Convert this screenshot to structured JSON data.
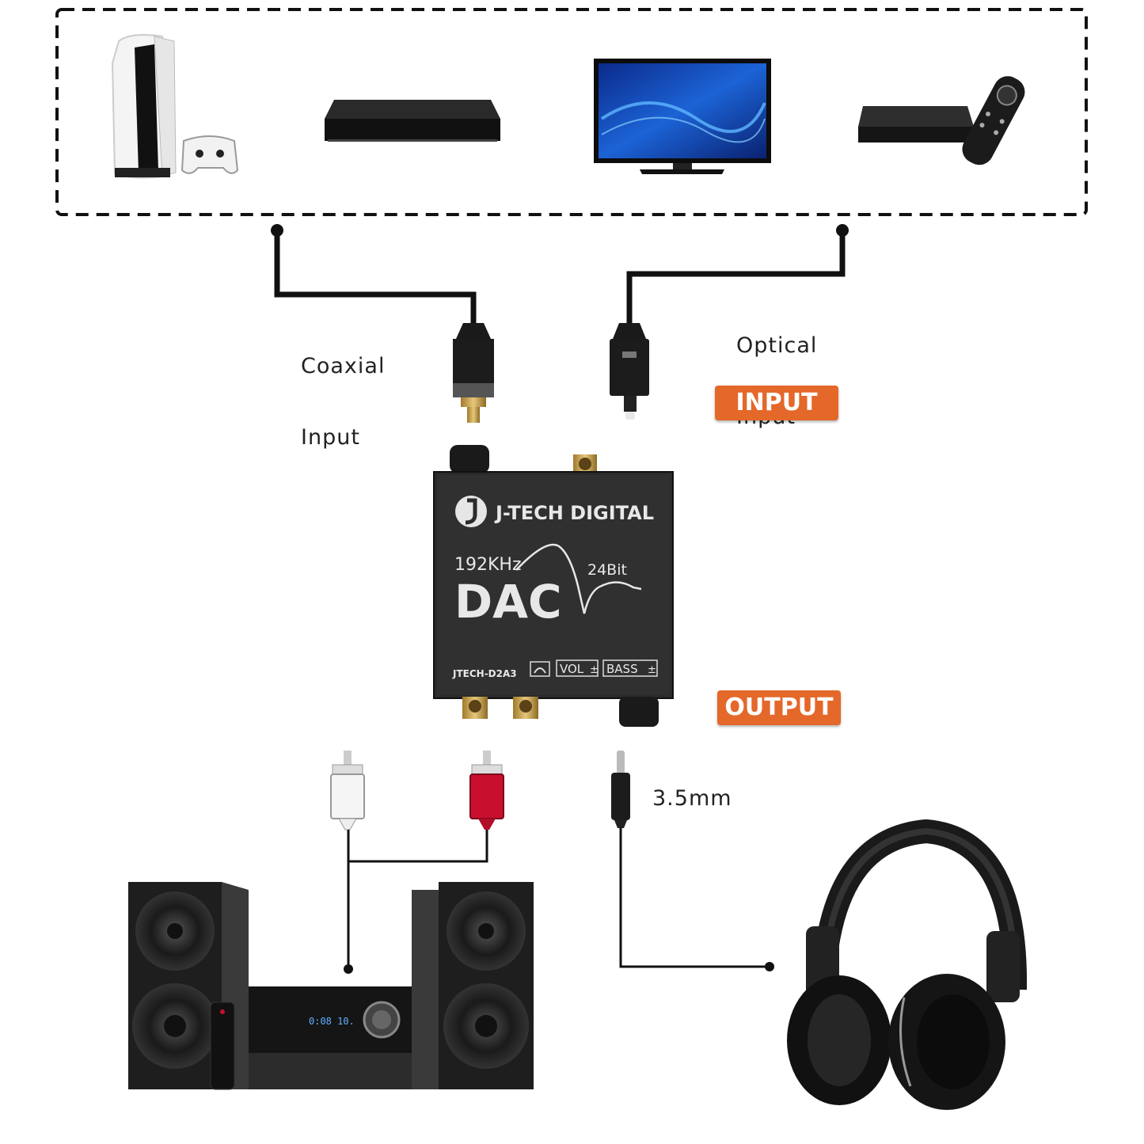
{
  "labels": {
    "coaxial_line1": "Coaxial",
    "coaxial_line2": "Input",
    "optical_line1": "Optical",
    "optical_line2": "Input",
    "jack_size": "3.5mm"
  },
  "badges": {
    "input": "INPUT",
    "output": "OUTPUT"
  },
  "dac_device": {
    "brand": "J-TECH DIGITAL",
    "sample_rate": "192KHz",
    "bit_depth": "24Bit",
    "product": "DAC",
    "model": "JTECH-D2A3",
    "vol_label": "VOL",
    "bass_label": "BASS"
  },
  "stereo_display": "0:08 10.",
  "colors": {
    "badge": "#e4682a",
    "device_body": "#2b2b2b",
    "cable": "#111111",
    "rca_red": "#c8102e",
    "tv_screen": "#1a4fbf"
  }
}
